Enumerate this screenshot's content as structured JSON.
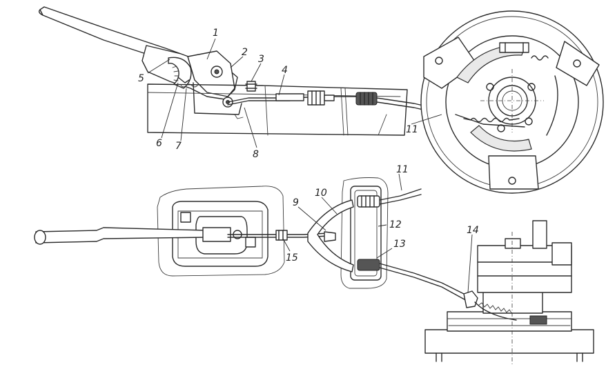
{
  "callouts": [
    {
      "id": "c1",
      "text": "1"
    },
    {
      "id": "c2",
      "text": "2"
    },
    {
      "id": "c3",
      "text": "3"
    },
    {
      "id": "c4",
      "text": "4"
    },
    {
      "id": "c5",
      "text": "5"
    },
    {
      "id": "c6",
      "text": "6"
    },
    {
      "id": "c7",
      "text": "7"
    },
    {
      "id": "c8",
      "text": "8"
    },
    {
      "id": "c9",
      "text": "9"
    },
    {
      "id": "c10",
      "text": "10"
    },
    {
      "id": "c11a",
      "text": "11"
    },
    {
      "id": "c11b",
      "text": "11"
    },
    {
      "id": "c12",
      "text": "12"
    },
    {
      "id": "c13",
      "text": "13"
    },
    {
      "id": "c14",
      "text": "14"
    },
    {
      "id": "c15",
      "text": "15"
    }
  ]
}
